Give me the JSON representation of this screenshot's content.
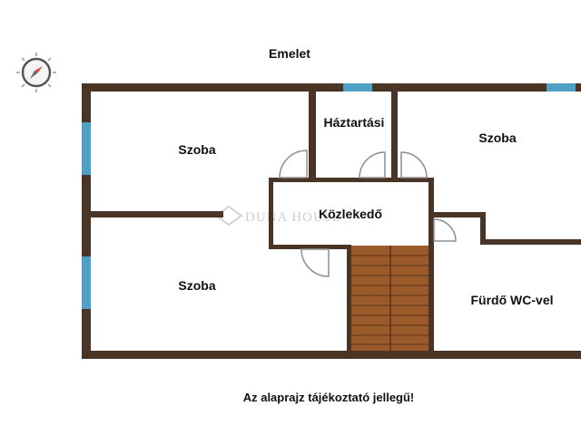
{
  "floor_title": "Emelet",
  "rooms": {
    "szoba_top_left": "Szoba",
    "haztartasi": "Háztartási",
    "szoba_top_right": "Szoba",
    "kozlekedo": "Közlekedő",
    "szoba_bottom_left": "Szoba",
    "furdo": "Fürdő WC-vel"
  },
  "watermark": "DUNA HOUSE",
  "disclaimer": "Az alaprajz tájékoztató jellegű!",
  "colors": {
    "wall": "#4a3426",
    "window": "#4f9fc6",
    "stair": "#9a5a2a",
    "door": "#9a9a9a"
  },
  "icons": {
    "compass": "compass-icon"
  }
}
